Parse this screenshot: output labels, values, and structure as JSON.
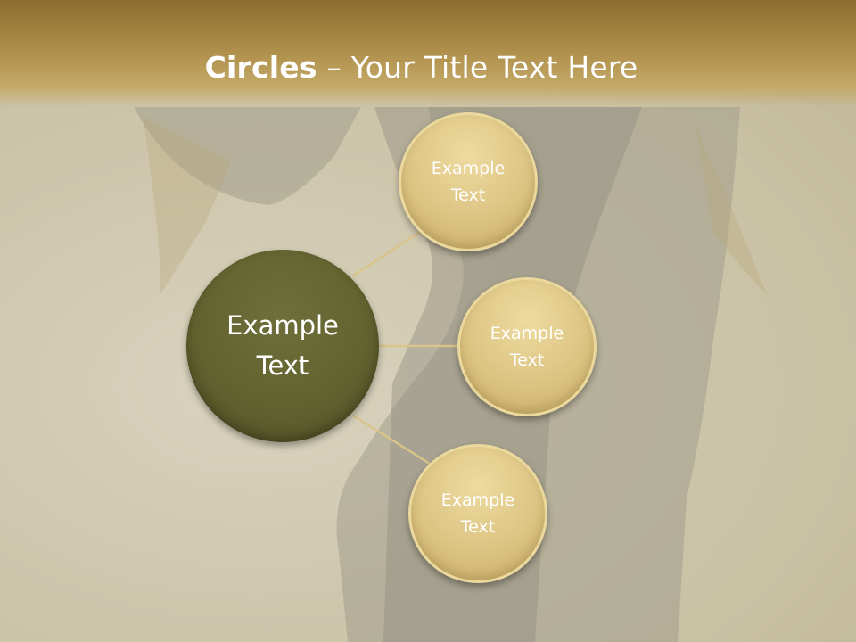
{
  "slide": {
    "title_bold": "Circles",
    "title_rest": " – Your Title Text Here"
  },
  "diagram": {
    "hub": {
      "label": "Example\nText"
    },
    "nodes": [
      {
        "label": "Example\nText"
      },
      {
        "label": "Example\nText"
      },
      {
        "label": "Example\nText"
      }
    ]
  },
  "colors": {
    "title_bar": "#a98a45",
    "hub_fill": "#62632f",
    "node_fill": "#dcc483",
    "connector": "#d9c48a",
    "text": "#ffffff"
  }
}
